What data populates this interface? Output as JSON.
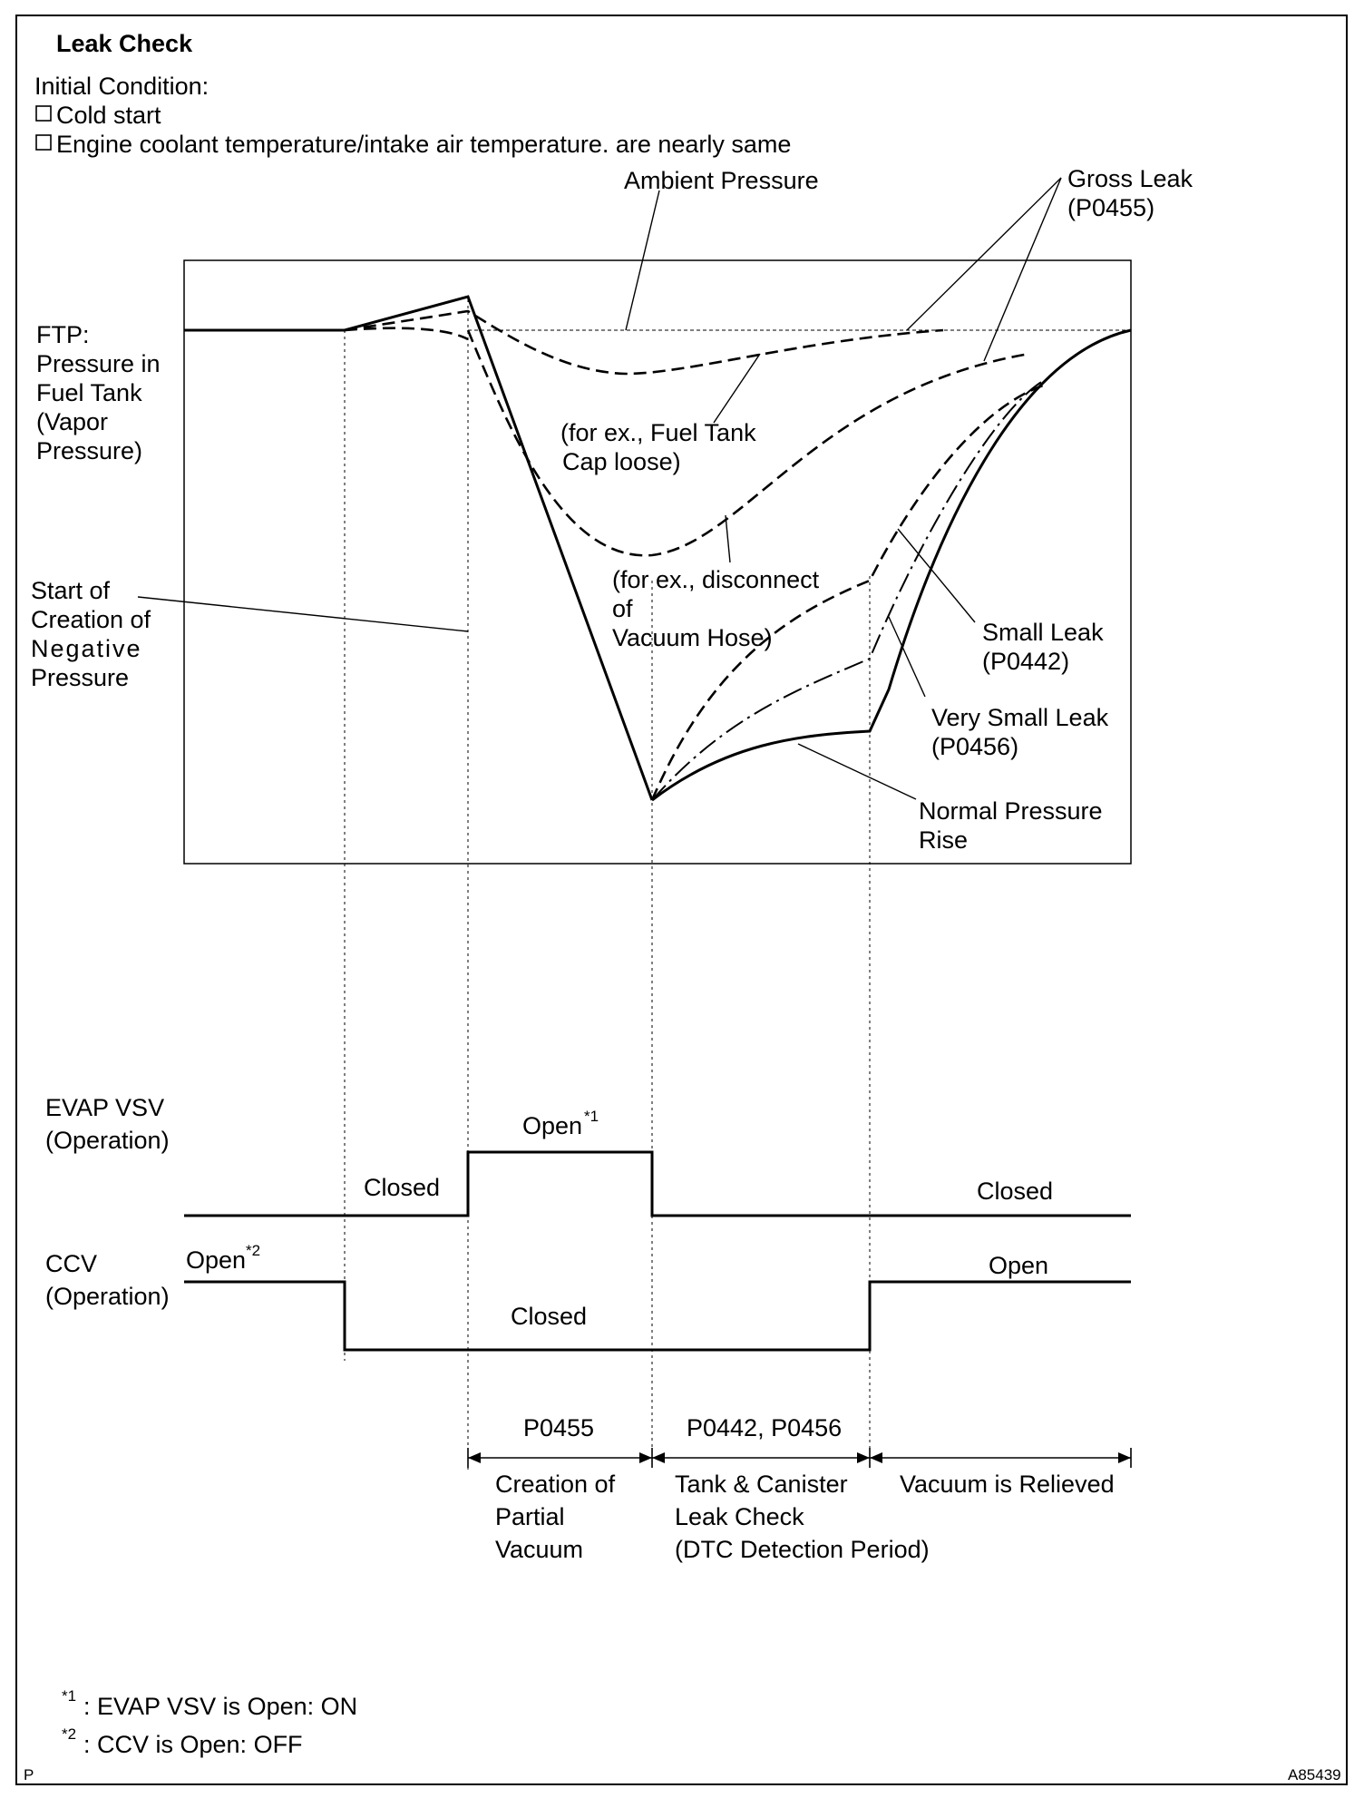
{
  "title": "Leak Check",
  "initial_condition": {
    "heading": "Initial Condition:",
    "items": [
      "Cold start",
      "Engine coolant temperature/intake air temperature. are nearly same"
    ]
  },
  "labels": {
    "ambient_pressure": "Ambient Pressure",
    "gross_leak": [
      "Gross Leak",
      "(P0455)"
    ],
    "ftp": [
      "FTP:",
      "Pressure  in",
      "Fuel Tank",
      "(Vapor",
      "Pressure)"
    ],
    "cap_loose": [
      "(for  ex.,  Fuel  Tank",
      "Cap loose)"
    ],
    "vacuum_hose": [
      "(for ex., disconnect",
      "of",
      "Vacuum Hose)"
    ],
    "start_negative": [
      "Start of",
      "Creation of",
      "Negative",
      "Pressure"
    ],
    "small_leak": [
      "Small Leak",
      "(P0442)"
    ],
    "very_small_leak": [
      "Very Small Leak",
      "(P0456)"
    ],
    "normal_rise": [
      "Normal Pressure",
      "Rise"
    ]
  },
  "evap_vsv": {
    "label": [
      "EVAP VSV",
      "(Operation)"
    ],
    "closed_left": "Closed",
    "open": "Open",
    "open_mark": "*1",
    "closed_right": "Closed"
  },
  "ccv": {
    "label": [
      "CCV",
      "(Operation)"
    ],
    "open_left": "Open",
    "open_mark": "*2",
    "closed": "Closed",
    "open_right": "Open"
  },
  "periods": {
    "p1_code": "P0455",
    "p1_label": [
      "Creation of",
      "Partial",
      "Vacuum"
    ],
    "p2_code": "P0442, P0456",
    "p2_label": [
      "Tank & Canister",
      "Leak Check",
      "(DTC Detection Period)"
    ],
    "p3_label": "Vacuum is Relieved"
  },
  "footnotes": [
    {
      "mark": "*1",
      "text": ": EVAP VSV is Open: ON"
    },
    {
      "mark": "*2",
      "text": ": CCV is Open: OFF"
    }
  ],
  "corner_left": "P",
  "figure_id": "A85439"
}
